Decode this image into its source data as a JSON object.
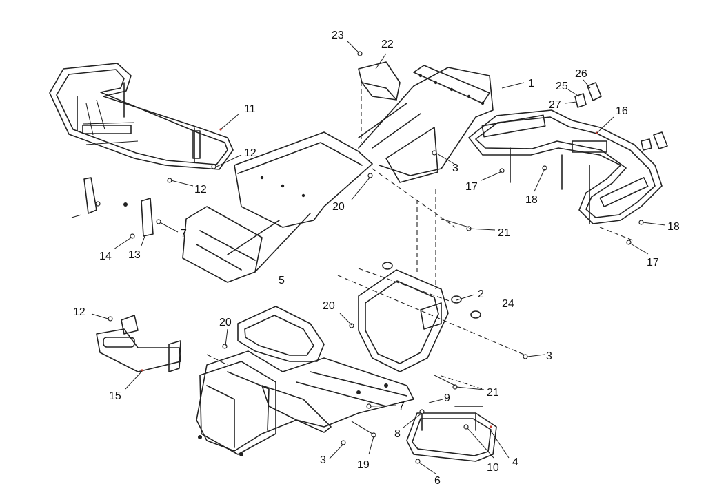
{
  "diagram": {
    "callouts": [
      "1",
      "2",
      "3",
      "4",
      "5",
      "6",
      "7",
      "8",
      "10",
      "11",
      "12",
      "13",
      "14",
      "15",
      "16",
      "17",
      "18",
      "19",
      "20",
      "21",
      "22",
      "23",
      "24",
      "25",
      "26",
      "27",
      "9"
    ]
  }
}
